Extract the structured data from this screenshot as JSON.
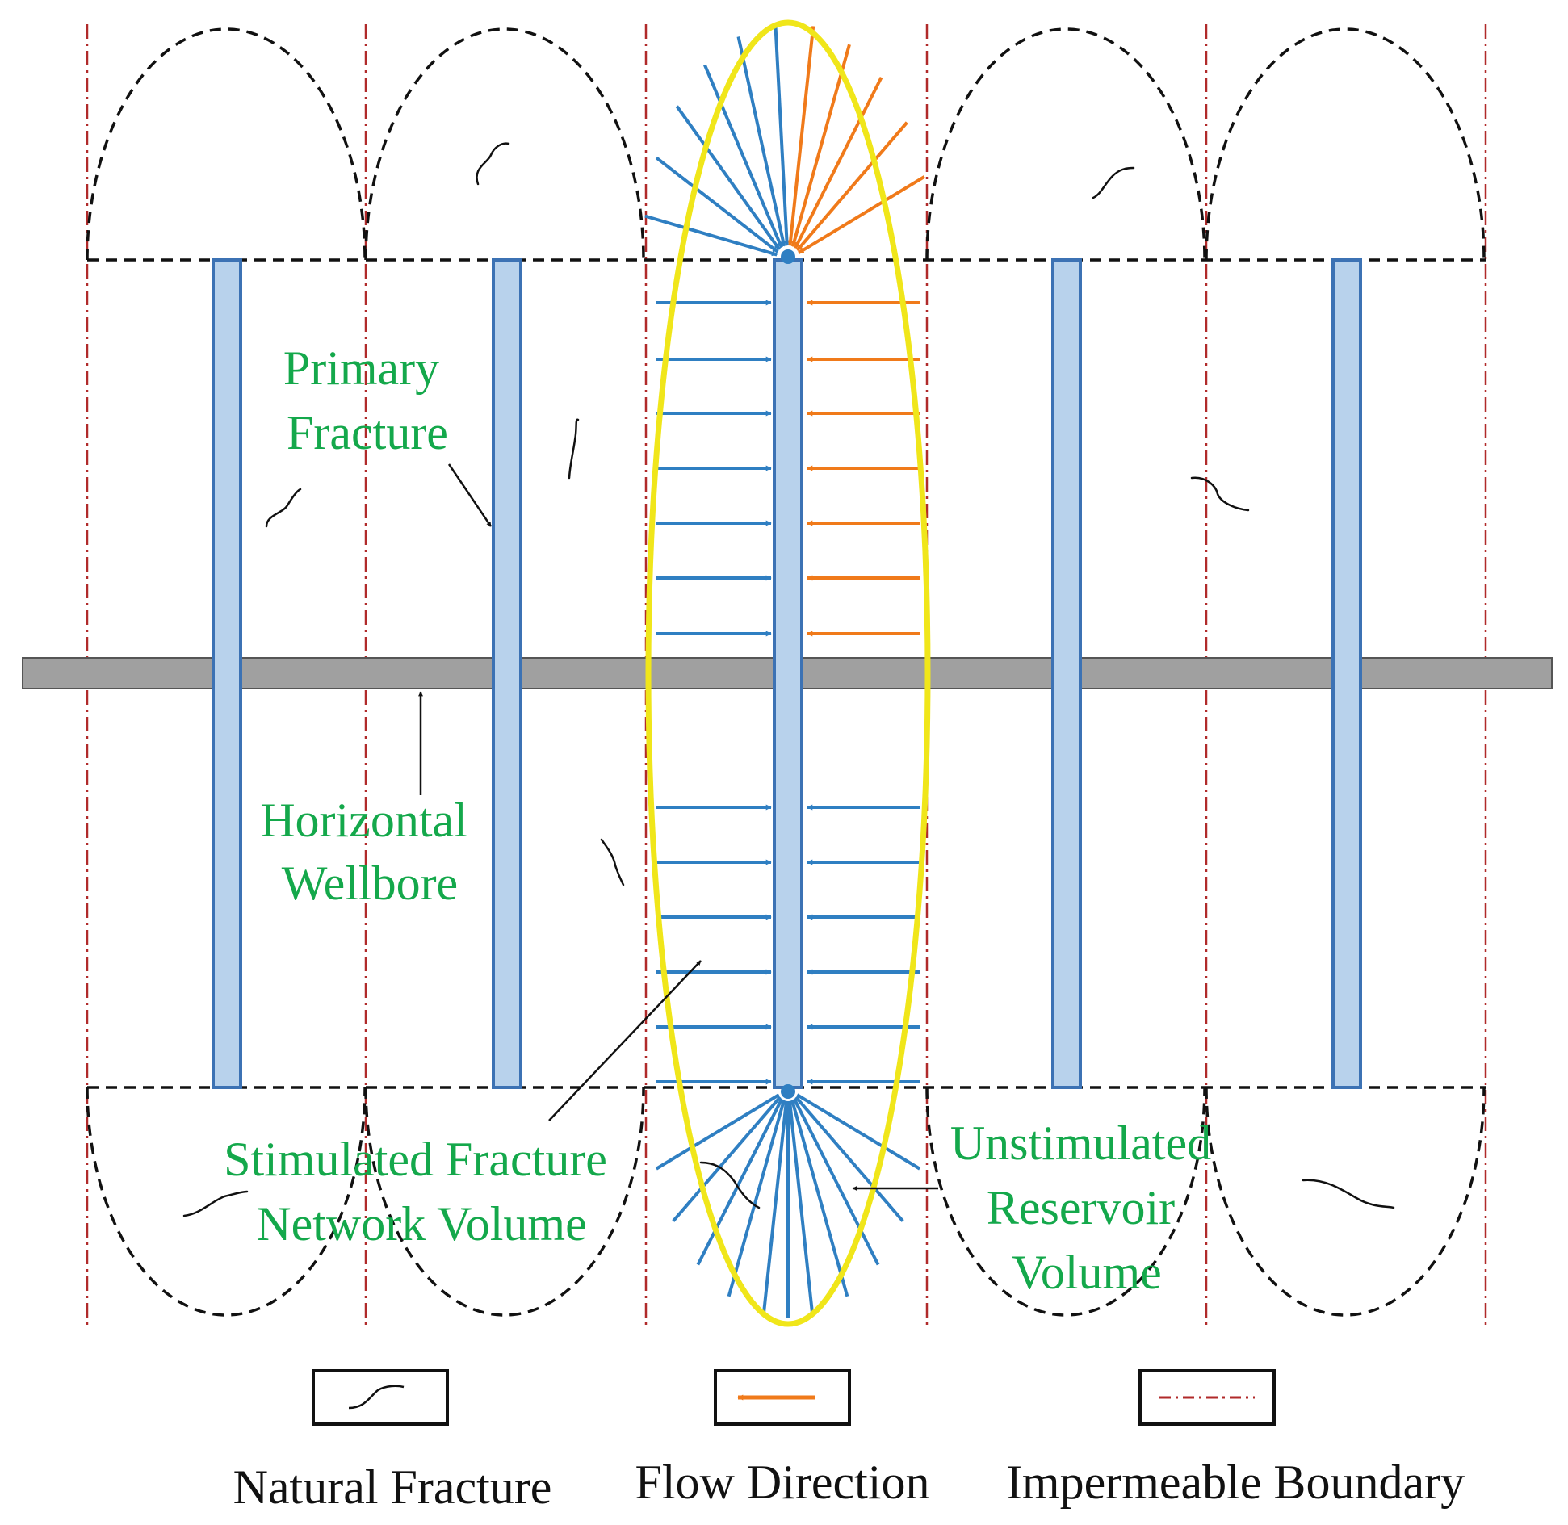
{
  "labels": {
    "primary_fracture": [
      "Primary",
      "Fracture"
    ],
    "horizontal_wellbore": [
      "Horizontal",
      "Wellbore"
    ],
    "stimulated_volume": [
      "Stimulated Fracture",
      "Network Volume"
    ],
    "unstimulated_volume": [
      "Unstimulated",
      "Reservoir",
      "Volume"
    ]
  },
  "legend": {
    "natural_fracture": "Natural Fracture",
    "flow_direction": "Flow Direction",
    "impermeable_boundary": "Impermeable Boundary"
  },
  "colors": {
    "label_green": "#14a84b",
    "flow_blue": "#2f7fc2",
    "flow_orange": "#f07a1a",
    "fracture_fill": "#b8d2ec",
    "fracture_stroke": "#3c72b4",
    "wellbore_fill": "#a0a0a0",
    "stimulated_outline": "#f0e61a",
    "boundary_red": "#b02a2a"
  }
}
